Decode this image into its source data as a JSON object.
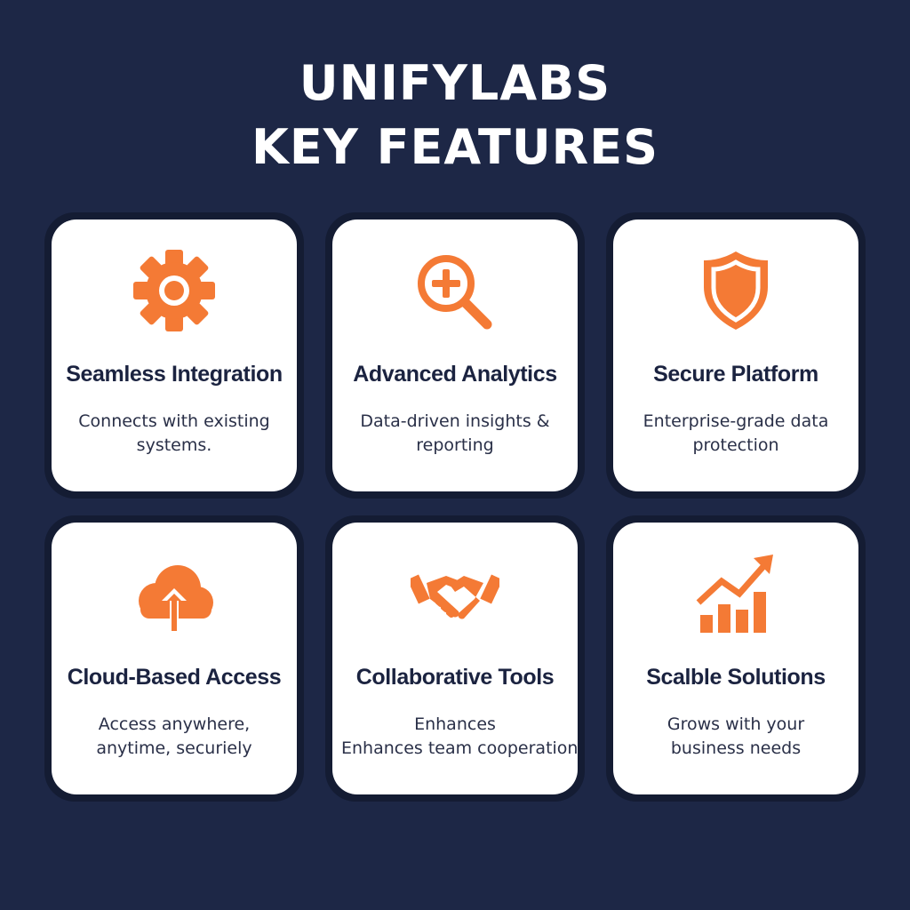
{
  "header": {
    "title_line1": "UNIFYLABS",
    "title_line2": "KEY FEATURES"
  },
  "colors": {
    "background": "#1d2746",
    "card": "#ffffff",
    "accent": "#f47a35",
    "heading_text": "#1b2340"
  },
  "features": [
    {
      "icon": "gear-icon",
      "title": "Seamless Integration",
      "desc_lines": [
        "Connects with existing",
        "systems."
      ]
    },
    {
      "icon": "magnifier-plus-icon",
      "title": "Advanced Analytics",
      "desc_lines": [
        "Data-driven insights &",
        "reporting"
      ]
    },
    {
      "icon": "shield-icon",
      "title": "Secure Platform",
      "desc_lines": [
        "Enterprise-grade data",
        "protection"
      ]
    },
    {
      "icon": "cloud-upload-icon",
      "title": "Cloud-Based Access",
      "desc_lines": [
        "Access anywhere,",
        "anytime, securiely"
      ]
    },
    {
      "icon": "handshake-icon",
      "title": "Collaborative Tools",
      "desc_lines": [
        "Enhances",
        "Enhances team cooperation"
      ]
    },
    {
      "icon": "growth-chart-icon",
      "title": "Scalble Solutions",
      "desc_lines": [
        "Grows with your",
        "business needs"
      ]
    }
  ]
}
